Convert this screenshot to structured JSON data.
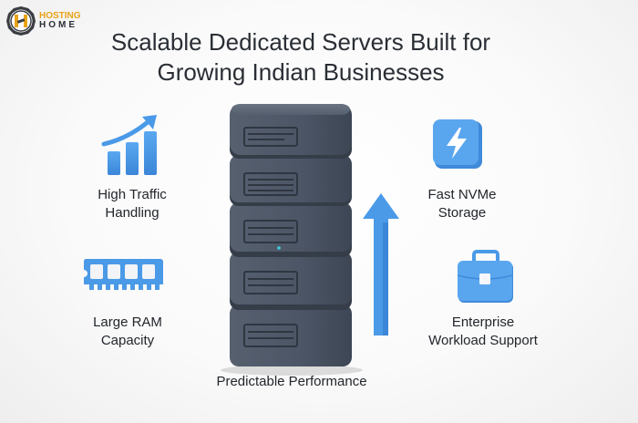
{
  "brand": {
    "logo_letter": "H",
    "name_top": "HOSTING",
    "name_bottom": "HOME",
    "colors": {
      "accent": "#e8a317",
      "dark": "#2b2f36"
    }
  },
  "header": {
    "title_line1": "Scalable Dedicated Servers Built for",
    "title_line2": "Growing Indian Businesses"
  },
  "features": [
    {
      "icon": "bar-chart-growth-icon",
      "line1": "High Traffic",
      "line2": "Handling"
    },
    {
      "icon": "ram-module-icon",
      "line1": "Large RAM",
      "line2": "Capacity"
    },
    {
      "icon": "lightning-bolt-icon",
      "line1": "Fast NVMe",
      "line2": "Storage"
    },
    {
      "icon": "briefcase-icon",
      "line1": "Enterprise",
      "line2": "Workload Support"
    }
  ],
  "center": {
    "illustration": "server-stack-icon",
    "arrow": "up-arrow-icon",
    "caption": "Predictable Performance"
  },
  "colors": {
    "icon_blue": "#4a9ae8",
    "server_gray": "#4b5565",
    "server_dark": "#3a4250"
  }
}
